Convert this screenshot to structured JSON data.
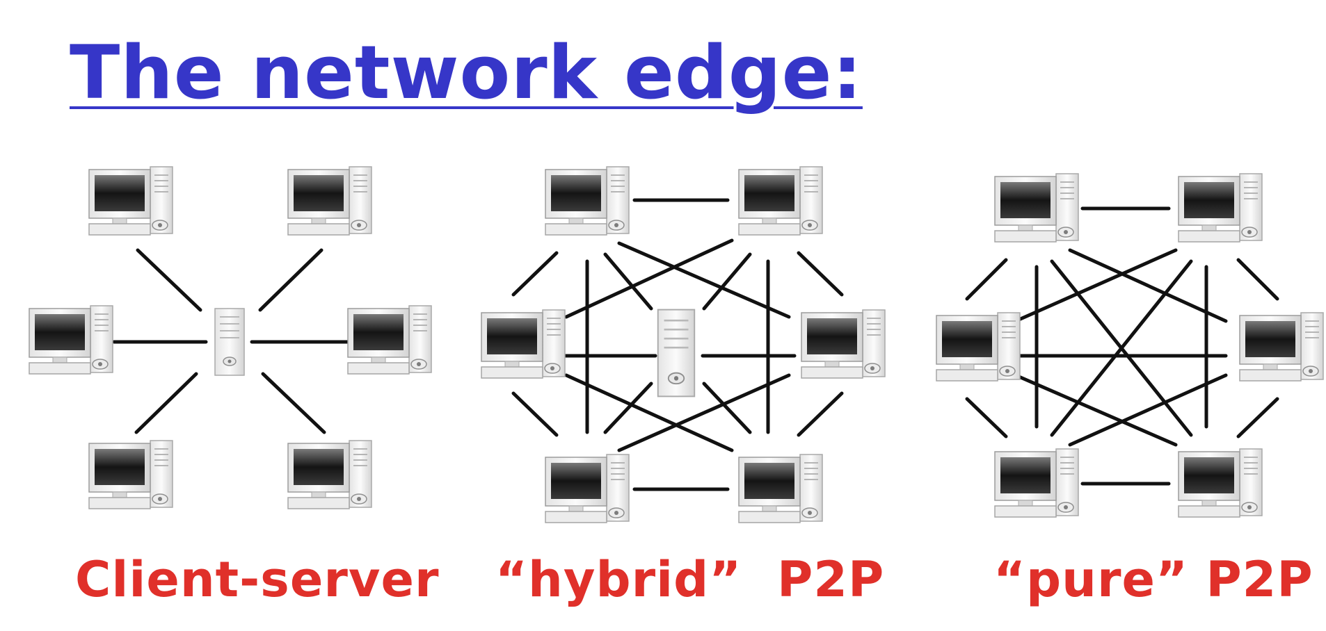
{
  "slide": {
    "title": "The network edge:"
  },
  "diagrams": [
    {
      "id": "client-server",
      "caption": "Client-server"
    },
    {
      "id": "hybrid-p2p",
      "caption": "“hybrid”  P2P"
    },
    {
      "id": "pure-p2p",
      "caption": "“pure” P2P"
    }
  ],
  "colors": {
    "title": "#3636c8",
    "caption": "#e0302a",
    "link": "#111111"
  }
}
